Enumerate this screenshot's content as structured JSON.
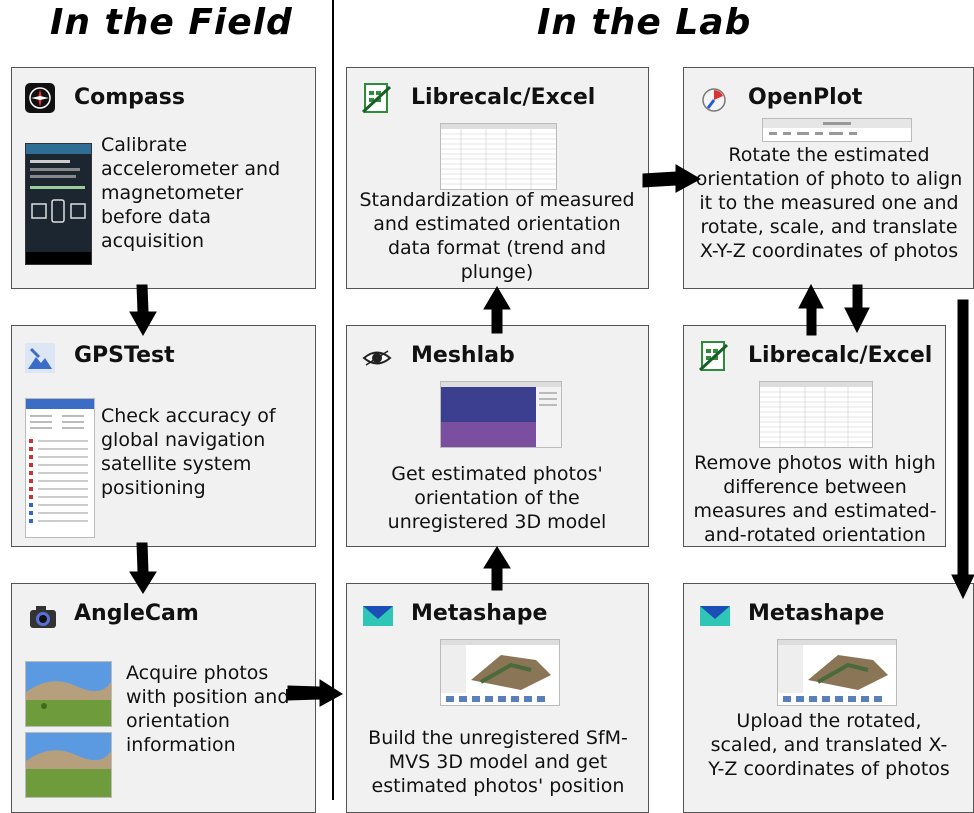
{
  "headings": {
    "field": "In the Field",
    "lab": "In the Lab"
  },
  "boxes": {
    "compass": {
      "title": "Compass",
      "text": "Calibrate accelerometer and magnetometer before data acquisition"
    },
    "gpstest": {
      "title": "GPSTest",
      "text": "Check accuracy of global navigation satellite system positioning"
    },
    "anglecam": {
      "title": "AngleCam",
      "text": "Acquire photos with position and orientation information"
    },
    "librecalc1": {
      "title": "Librecalc/Excel",
      "text": "Standardization of measured and estimated orientation data format (trend and plunge)"
    },
    "meshlab": {
      "title": "Meshlab",
      "text": "Get estimated photos' orientation of the unregistered 3D model"
    },
    "metashape1": {
      "title": "Metashape",
      "text": "Build the unregistered SfM-MVS 3D model and get estimated photos' position"
    },
    "openplot": {
      "title": "OpenPlot",
      "text": "Rotate the estimated orientation of photo to align it to the measured one and rotate, scale, and translate X-Y-Z coordinates of photos"
    },
    "librecalc2": {
      "title": "Librecalc/Excel",
      "text": "Remove photos with high difference between measures and estimated-and-rotated orientation"
    },
    "metashape2": {
      "title": "Metashape",
      "text": "Upload the rotated, scaled, and translated X-Y-Z coordinates of photos"
    }
  },
  "colors": {
    "box_fill": "#f1f1f1",
    "box_border": "#555555",
    "arrow": "#000000"
  }
}
